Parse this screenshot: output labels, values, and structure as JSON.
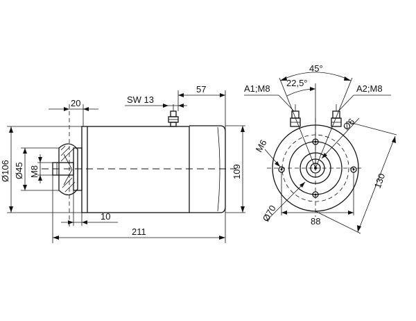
{
  "side_view": {
    "dim_top_width": "20",
    "dim_wrench": "SW 13",
    "dim_terminal_offset": "57",
    "dim_outer_diameter": "Ø106",
    "dim_pulley_diameter": "Ø45",
    "dim_shaft_thread": "M8",
    "dim_body_height": "109",
    "dim_shaft_length": "10",
    "dim_total_length": "211"
  },
  "end_view": {
    "dim_terminal_angle": "45°",
    "dim_half_angle": "22,5°",
    "terminal_a1": "A1;M8",
    "terminal_a2": "A2;M8",
    "dim_hole_diameter": "Ø6",
    "dim_mount_thread": "M6",
    "dim_pilot_diameter": "Ø70",
    "dim_hole_spacing": "88",
    "dim_diagonal": "130"
  }
}
